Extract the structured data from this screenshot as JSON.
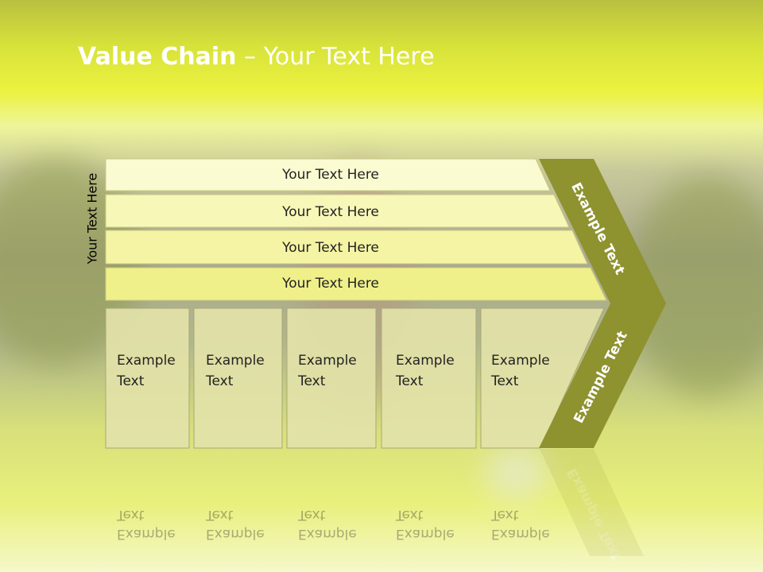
{
  "slide": {
    "title_bold": "Value Chain",
    "title_rest": " – Your Text Here",
    "vertical_label": "Your Text Here"
  },
  "bars": [
    {
      "label": "Your Text Here"
    },
    {
      "label": "Your Text Here"
    },
    {
      "label": "Your Text Here"
    },
    {
      "label": "Your Text Here"
    }
  ],
  "boxes": [
    {
      "line1": "Example",
      "line2": "Text"
    },
    {
      "line1": "Example",
      "line2": "Text"
    },
    {
      "line1": "Example",
      "line2": "Text"
    },
    {
      "line1": "Example",
      "line2": "Text"
    },
    {
      "line1": "Example",
      "line2": "Text"
    }
  ],
  "chevron": {
    "upper_label": "Example Text",
    "lower_label": "Example Text"
  },
  "colors": {
    "bar_fills": [
      "#fbfbd2",
      "#f7f7b8",
      "#f4f4a4",
      "#f0f08a"
    ],
    "box_fill": "#e2e2a8",
    "chevron_fill": "#8e922f"
  }
}
